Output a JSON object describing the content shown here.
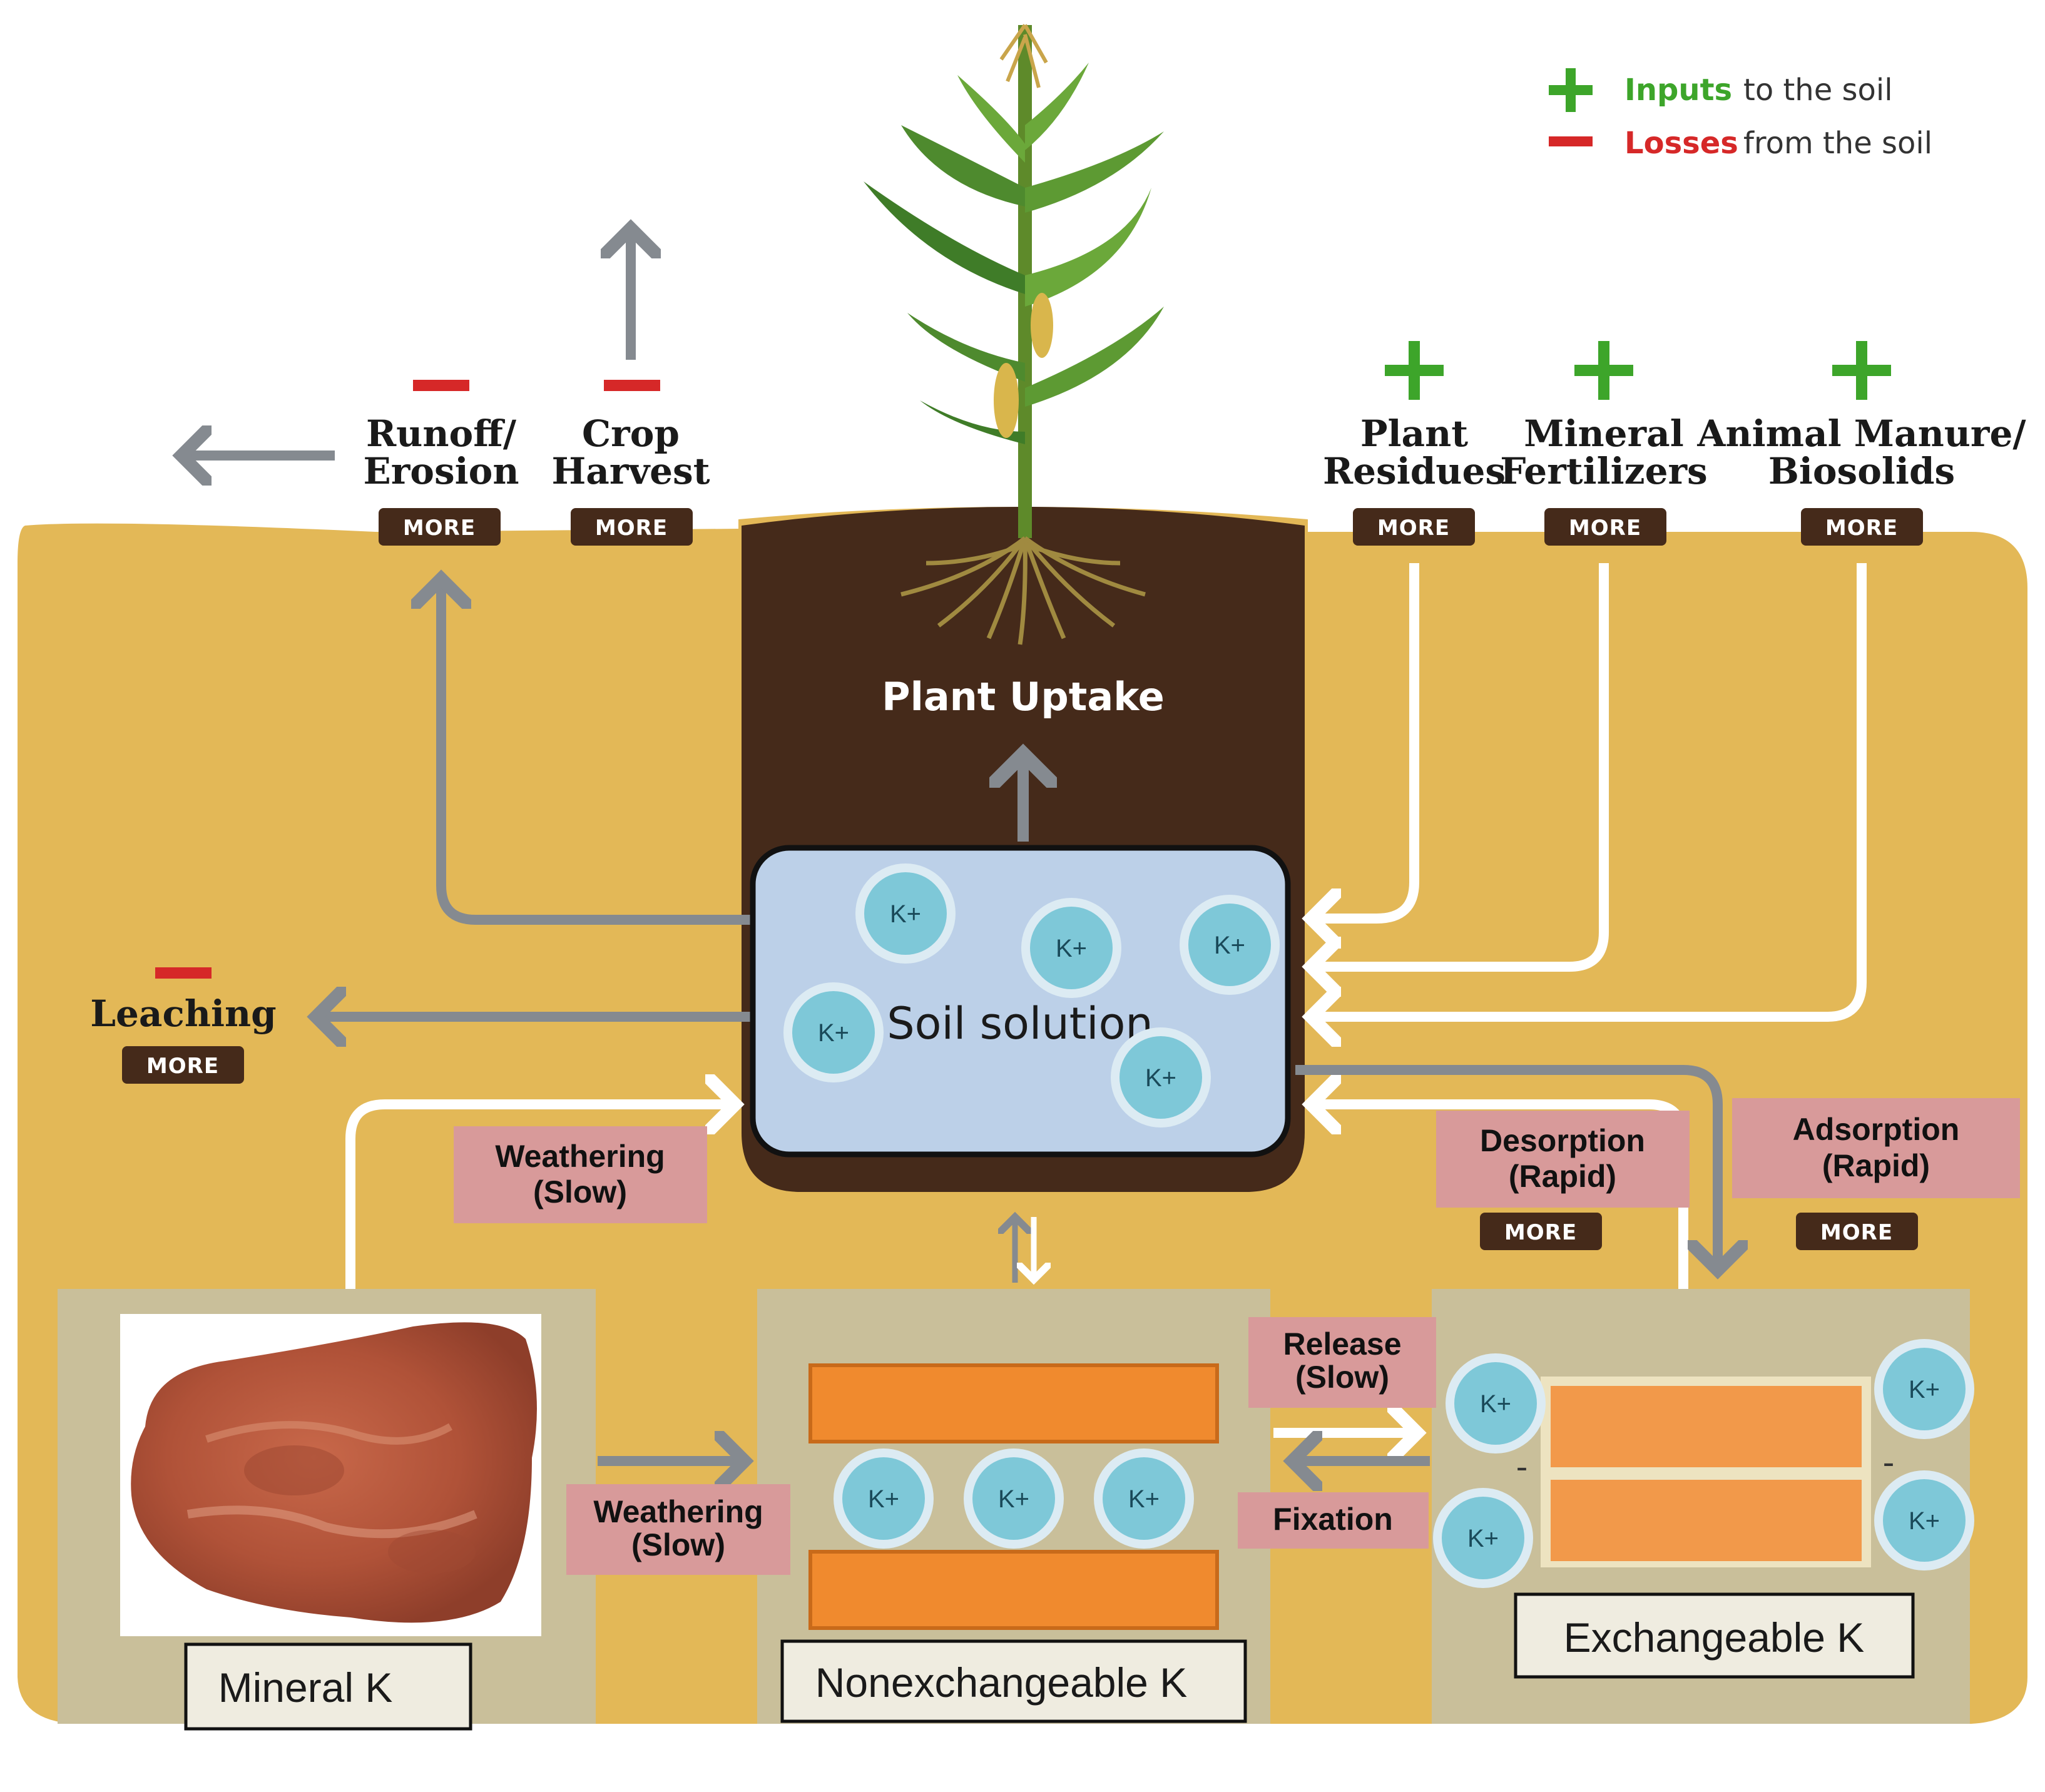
{
  "legend": {
    "inputs_word": "Inputs",
    "inputs_rest": "to the soil",
    "losses_word": "Losses",
    "losses_rest": "from the soil"
  },
  "losses": {
    "runoff": {
      "line1": "Runoff/",
      "line2": "Erosion",
      "more": "MORE"
    },
    "harvest": {
      "line1": "Crop",
      "line2": "Harvest",
      "more": "MORE"
    },
    "leaching": {
      "label": "Leaching",
      "more": "MORE"
    }
  },
  "inputs": {
    "residues": {
      "line1": "Plant",
      "line2": "Residues",
      "more": "MORE"
    },
    "fertilizers": {
      "line1": "Mineral",
      "line2": "Fertilizers",
      "more": "MORE"
    },
    "manure": {
      "line1": "Animal Manure/",
      "line2": "Biosolids",
      "more": "MORE"
    }
  },
  "plant_uptake": "Plant Uptake",
  "soil_solution": "Soil solution",
  "ion": "K+",
  "minus": "-",
  "processes": {
    "weathering_top": {
      "line1": "Weathering",
      "line2": "(Slow)"
    },
    "weathering_bottom": {
      "line1": "Weathering",
      "line2": "(Slow)"
    },
    "desorption": {
      "line1": "Desorption",
      "line2": "(Rapid)",
      "more": "MORE"
    },
    "adsorption": {
      "line1": "Adsorption",
      "line2": "(Rapid)",
      "more": "MORE"
    },
    "release": {
      "line1": "Release",
      "line2": "(Slow)"
    },
    "fixation": "Fixation"
  },
  "pools": {
    "mineral": "Mineral K",
    "nonexchangeable": "Nonexchangeable K",
    "exchangeable": "Exchangeable K"
  },
  "colors": {
    "soil": "#E3B857",
    "dark_soil": "#452A1A",
    "solution": "#BCD0E8",
    "ion": "#7EC8D8",
    "pool_bg": "#C9BF9A",
    "pink": "#D89A9A",
    "orange": "#F08A2E",
    "plus": "#3DA52A",
    "minus": "#D62828",
    "arrow_gray": "#858A90",
    "arrow_white": "#FFFFFF"
  }
}
